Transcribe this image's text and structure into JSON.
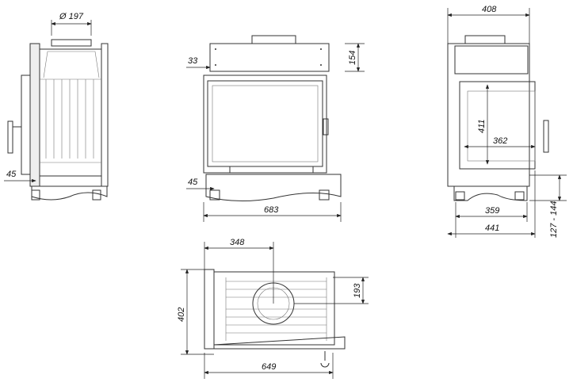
{
  "side_view": {
    "chimney_diameter": "Ø 197",
    "front_offset": "45"
  },
  "front_view": {
    "top_offset": "33",
    "top_height": "154",
    "bottom_offset": "45",
    "width": "683"
  },
  "right_view": {
    "width_top": "408",
    "glass_height": "411",
    "glass_width": "362",
    "feet_spacing": "359",
    "width_bottom": "441",
    "leg_height": "127 - 144"
  },
  "top_view": {
    "flue_offset_x": "348",
    "flue_offset_y": "193",
    "depth": "402",
    "width": "649"
  }
}
